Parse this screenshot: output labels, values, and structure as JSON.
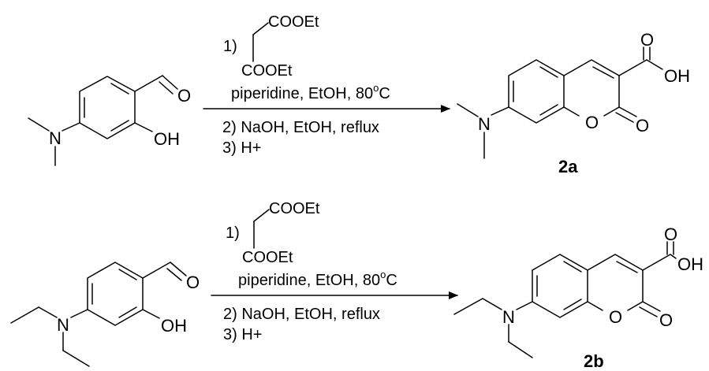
{
  "scheme": {
    "reactions": [
      {
        "step1_prefix": "1)",
        "reagent_top": "COOEt",
        "reagent_bottom": "COOEt",
        "step1_conditions": "piperidine, EtOH, 80",
        "step1_degree": "o",
        "step1_unit": "C",
        "step2": "2) NaOH, EtOH, reflux",
        "step3": "3) H+",
        "reactant_atoms": {
          "aldehyde_o": "O",
          "phenol": "OH",
          "amine_n": "N"
        },
        "product_atoms": {
          "acid_o": "O",
          "acid_oh": "OH",
          "ring_o": "O",
          "lactone_o": "O",
          "amine_n": "N"
        },
        "product_label": "2a"
      },
      {
        "step1_prefix": "1)",
        "reagent_top": "COOEt",
        "reagent_bottom": "COOEt",
        "step1_conditions": "piperidine, EtOH, 80",
        "step1_degree": "o",
        "step1_unit": "C",
        "step2": "2) NaOH, EtOH, reflux",
        "step3": "3) H+",
        "reactant_atoms": {
          "aldehyde_o": "O",
          "phenol": "OH",
          "amine_n": "N"
        },
        "product_atoms": {
          "acid_o": "O",
          "acid_oh": "OH",
          "ring_o": "O",
          "lactone_o": "O",
          "amine_n": "N"
        },
        "product_label": "2b"
      }
    ]
  }
}
